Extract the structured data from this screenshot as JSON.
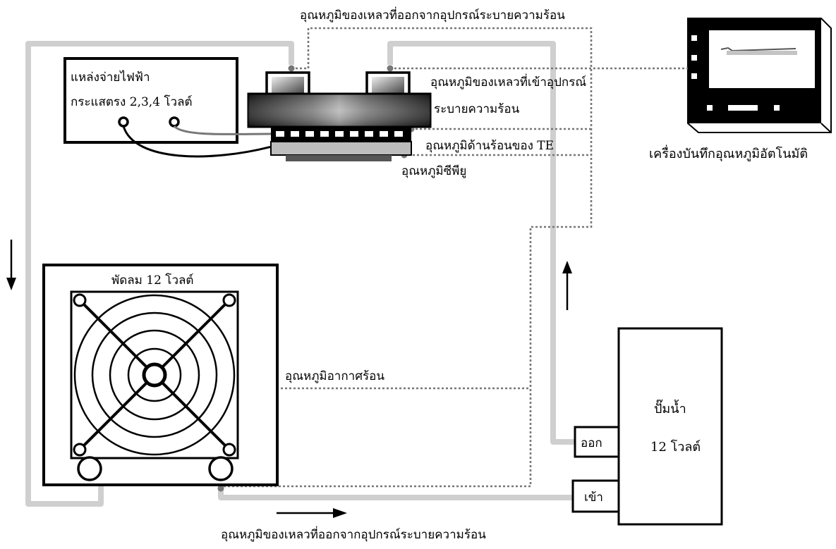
{
  "labels": {
    "top_outlet_temp": "อุณหภูมิของเหลวที่ออกจากอุปกรณ์ระบายความร้อน",
    "power_supply_title": "แหล่งจ่ายไฟฟ้า",
    "power_supply_voltage": "กระแสตรง 2,3,4 โวลต์",
    "inlet_temp_line1": "อุณหภูมิของเหลวที่เข้าอุปกรณ์",
    "inlet_temp_line2": "ระบายความร้อน",
    "te_hot_side_temp": "อุณหภูมิด้านร้อนของ TE",
    "cpu_temp": "อุณหภูมิซีพียู",
    "data_logger": "เครื่องบันทึกอุณหภูมิอัตโนมัติ",
    "fan": "พัดลม 12 โวลต์",
    "hot_air_temp": "อุณหภูมิอากาศร้อน",
    "pump_title": "ปั๊มน้ำ",
    "pump_voltage": "12 โวลต์",
    "pump_out": "ออก",
    "pump_in": "เข้า",
    "bottom_outlet_temp": "อุณหภูมิของเหลวที่ออกจากอุปกรณ์ระบายความร้อน"
  },
  "colors": {
    "pipe": "#cfcfcf",
    "sensor_wire": "#777777",
    "outline": "#000000",
    "screen_graph_line": "#555555",
    "screen_graph_bar": "#c4c4c4"
  },
  "icons": {
    "flow_down": "arrow-down-icon",
    "flow_up": "arrow-up-icon",
    "flow_right": "arrow-right-icon"
  }
}
